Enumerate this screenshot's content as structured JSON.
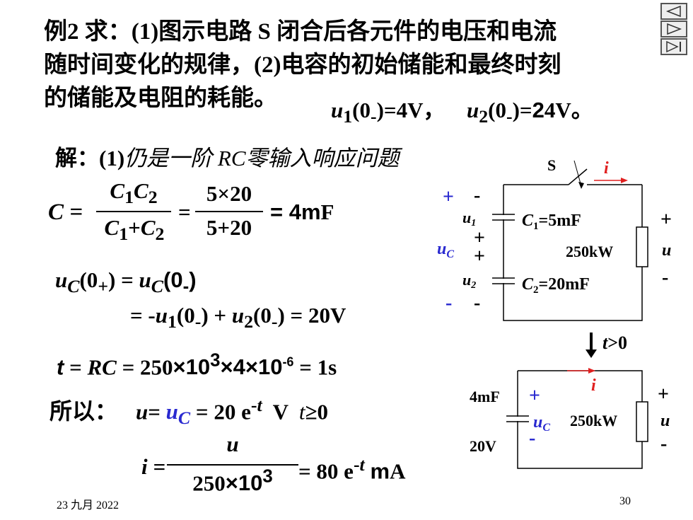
{
  "nav": {
    "prev_icon": "left-triangle-icon",
    "next_icon": "right-triangle-icon",
    "end_icon": "skip-to-end-icon"
  },
  "problem": {
    "line1": "例2  求：(1)图示电路 S 闭合后各元件的电压和电流",
    "line2": "随时间变化的规律，(2)电容的初始储能和最终时刻",
    "line3": "的储能及电阻的耗能。",
    "init_u1": "u1(0-)=4V，",
    "init_u2": "u2(0-)=24V。"
  },
  "solution": {
    "heading_prefix": "解：(1)",
    "heading_italic": "仍是一阶 RC零输入响应问题",
    "c_lhs": "C =",
    "c_num": "C1C2",
    "c_den": "C1+C2",
    "c_eq": "=",
    "c_num2": "5×20",
    "c_den2": "5+20",
    "c_result": "= 4mF",
    "uc_line1": "uC(0+) = uC(0-)",
    "uc_line2": "= -u1(0-) + u2(0-) = 20V",
    "tau_line": "t = RC = 250×10³×4×10⁻⁶ = 1s",
    "so_label": "所以：",
    "u_expr_a": "u=",
    "u_expr_b": "uC",
    "u_expr_c": "= 20 e-t  V  t≥0",
    "i_lhs": "i =",
    "i_num": "u",
    "i_den": "250×10³",
    "i_result": "= 80 e-t mA"
  },
  "circuit1": {
    "switch": "S",
    "current": "i",
    "u1": "u1",
    "u2": "u2",
    "uc": "uC",
    "c1": "C1=5mF",
    "c2": "C2=20mF",
    "r": "250kW",
    "u": "u",
    "plus": "+",
    "minus": "-"
  },
  "arrow_label": "t>0",
  "circuit2": {
    "current": "i",
    "cap": "4mF",
    "cap_v": "20V",
    "uc": "uC",
    "r": "250kW",
    "u": "u",
    "plus": "+",
    "minus": "-"
  },
  "footer": {
    "date": "23 九月 2022",
    "page": "30"
  }
}
